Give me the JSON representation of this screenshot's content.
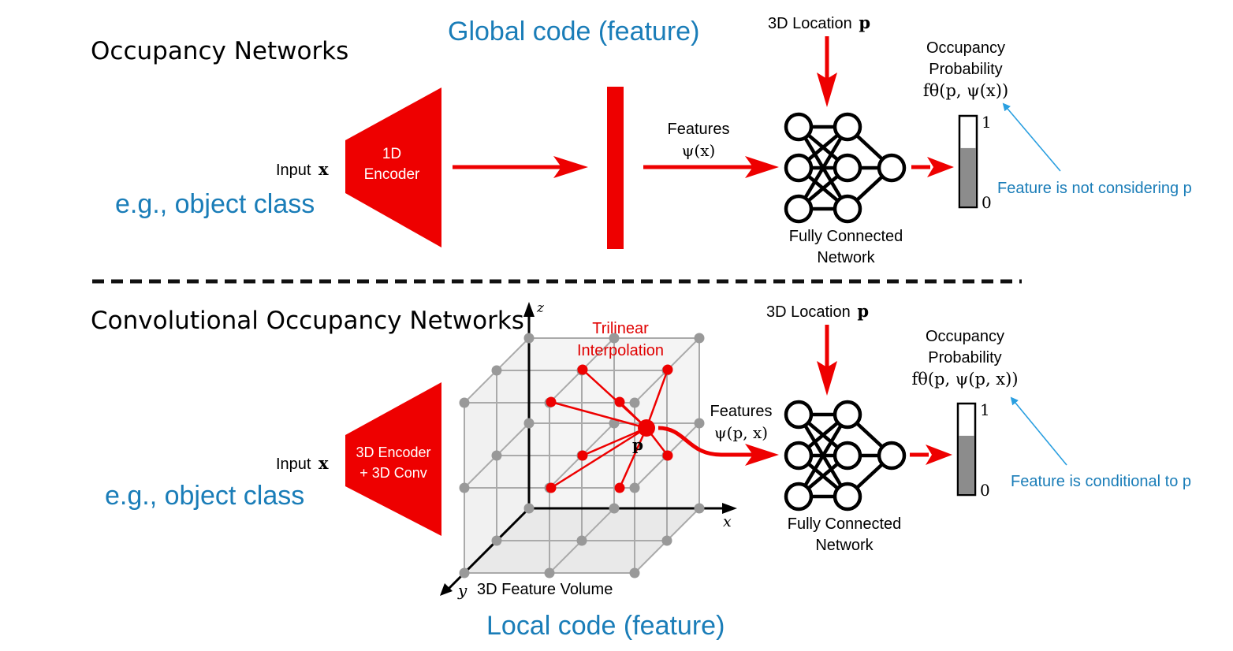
{
  "top": {
    "title": "Occupancy Networks",
    "global_code_label": "Global code (feature)",
    "example_label": "e.g., object class",
    "input_label": "Input",
    "input_symbol": "x",
    "encoder_line1": "1D",
    "encoder_line2": "Encoder",
    "features_label": "Features",
    "features_math": "ψ(x)",
    "location_label": "3D Location",
    "location_symbol": "p",
    "fc_line1": "Fully Connected",
    "fc_line2": "Network",
    "occ_line1": "Occupancy",
    "occ_line2": "Probability",
    "occ_math": "fθ(p, ψ(x))",
    "scale_max": "1",
    "scale_min": "0",
    "probability_fill": 0.65,
    "note": "Feature is not considering p"
  },
  "bottom": {
    "title": "Convolutional Occupancy Networks",
    "example_label": "e.g., object class",
    "input_label": "Input",
    "input_symbol": "x",
    "encoder_line1": "3D Encoder",
    "encoder_line2": "+ 3D Conv",
    "interp_line1": "Trilinear",
    "interp_line2": "Interpolation",
    "point_label": "p",
    "axis_x": "x",
    "axis_y": "y",
    "axis_z": "z",
    "volume_label": "3D Feature Volume",
    "local_code_label": "Local code (feature)",
    "features_label": "Features",
    "features_math": "ψ(p, x)",
    "location_label": "3D Location",
    "location_symbol": "p",
    "fc_line1": "Fully Connected",
    "fc_line2": "Network",
    "occ_line1": "Occupancy",
    "occ_line2": "Probability",
    "occ_math": "fθ(p, ψ(p, x))",
    "scale_max": "1",
    "scale_min": "0",
    "probability_fill": 0.65,
    "note": "Feature is conditional to p"
  },
  "colors": {
    "accent_red": "#ee0000",
    "annotation_blue": "#1a7db8",
    "arrow_blue": "#2a9fe0",
    "grid_gray": "#999999",
    "bar_gray": "#8c8c8c"
  }
}
